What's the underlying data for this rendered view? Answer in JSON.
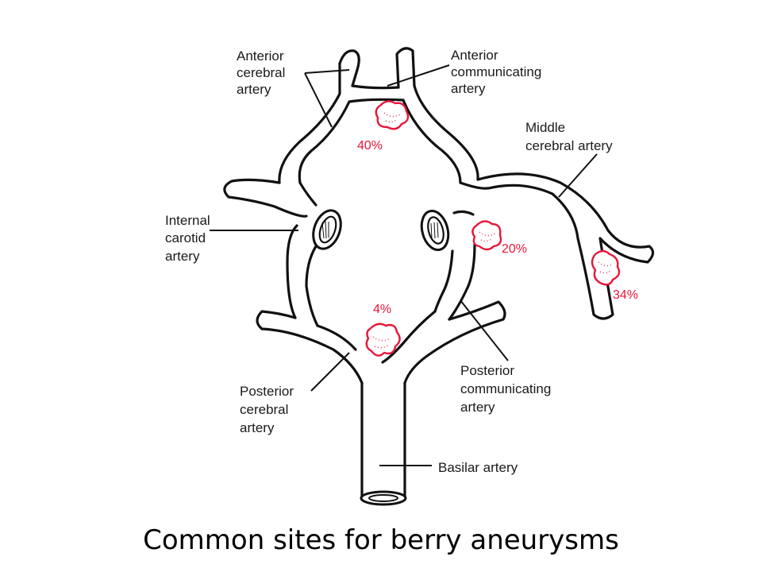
{
  "labels": {
    "aca_1": "Anterior",
    "aca_2": "cerebral",
    "aca_3": "artery",
    "acom_1": "Anterior",
    "acom_2": "communicating",
    "acom_3": "artery",
    "mca_1": "Middle",
    "mca_2": "cerebral artery",
    "ica_1": "Internal",
    "ica_2": "carotid",
    "ica_3": "artery",
    "pca_1": "Posterior",
    "pca_2": "cerebral",
    "pca_3": "artery",
    "pcom_1": "Posterior",
    "pcom_2": "communicating",
    "pcom_3": "artery",
    "basilar": "Basilar artery"
  },
  "percentages": {
    "acom": "40%",
    "pcom": "20%",
    "mca": "34%",
    "basilar_tip": "4%"
  },
  "colors": {
    "aneurysm": "#e8163a",
    "outline": "#111111"
  },
  "caption": "Common sites for berry aneurysms"
}
